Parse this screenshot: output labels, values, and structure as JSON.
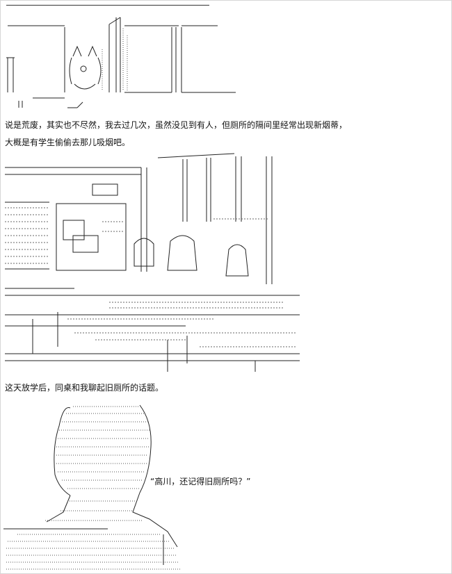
{
  "paragraphs": [
    "说是荒废，其实也不尽然，我去过几次，虽然没见到有人，但厕所的隔间里经常出现新烟蒂，",
    "大概是有学生偷偷去那儿吸烟吧。",
    "这天放学后，同桌和我聊起旧厕所的话题。"
  ],
  "dialogue": "“高川，还记得旧厕所吗？”"
}
